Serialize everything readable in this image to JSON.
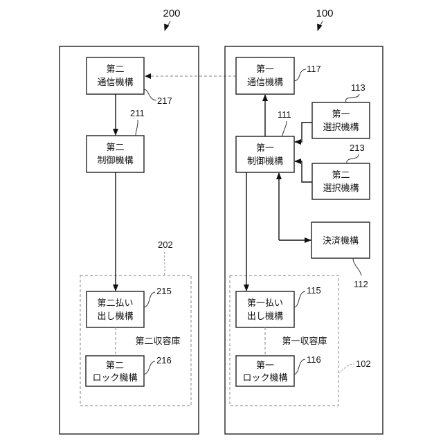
{
  "systems": [
    {
      "ref": "200",
      "blocks": {
        "comm": {
          "ref": "217",
          "line1": "第二",
          "line2": "通信機構"
        },
        "control": {
          "ref": "211",
          "line1": "第二",
          "line2": "制御機構"
        },
        "dispense": {
          "ref": "215",
          "line1": "第二払い",
          "line2": "出し機構"
        },
        "lock": {
          "ref": "216",
          "line1": "第二",
          "line2": "ロック機構"
        }
      },
      "storage": {
        "ref": "202",
        "label": "第二収容庫"
      }
    },
    {
      "ref": "100",
      "blocks": {
        "comm": {
          "ref": "117",
          "line1": "第一",
          "line2": "通信機構"
        },
        "control": {
          "ref": "111",
          "line1": "第一",
          "line2": "制御機構"
        },
        "select1": {
          "ref": "113",
          "line1": "第一",
          "line2": "選択機構"
        },
        "select2": {
          "ref": "213",
          "line1": "第二",
          "line2": "選択機構"
        },
        "payment": {
          "ref": "112",
          "line1": "決済機構"
        },
        "dispense": {
          "ref": "115",
          "line1": "第一払い",
          "line2": "出し機構"
        },
        "lock": {
          "ref": "116",
          "line1": "第一",
          "line2": "ロック機構"
        }
      },
      "storage": {
        "ref": "102",
        "label": "第一収容庫"
      }
    }
  ]
}
